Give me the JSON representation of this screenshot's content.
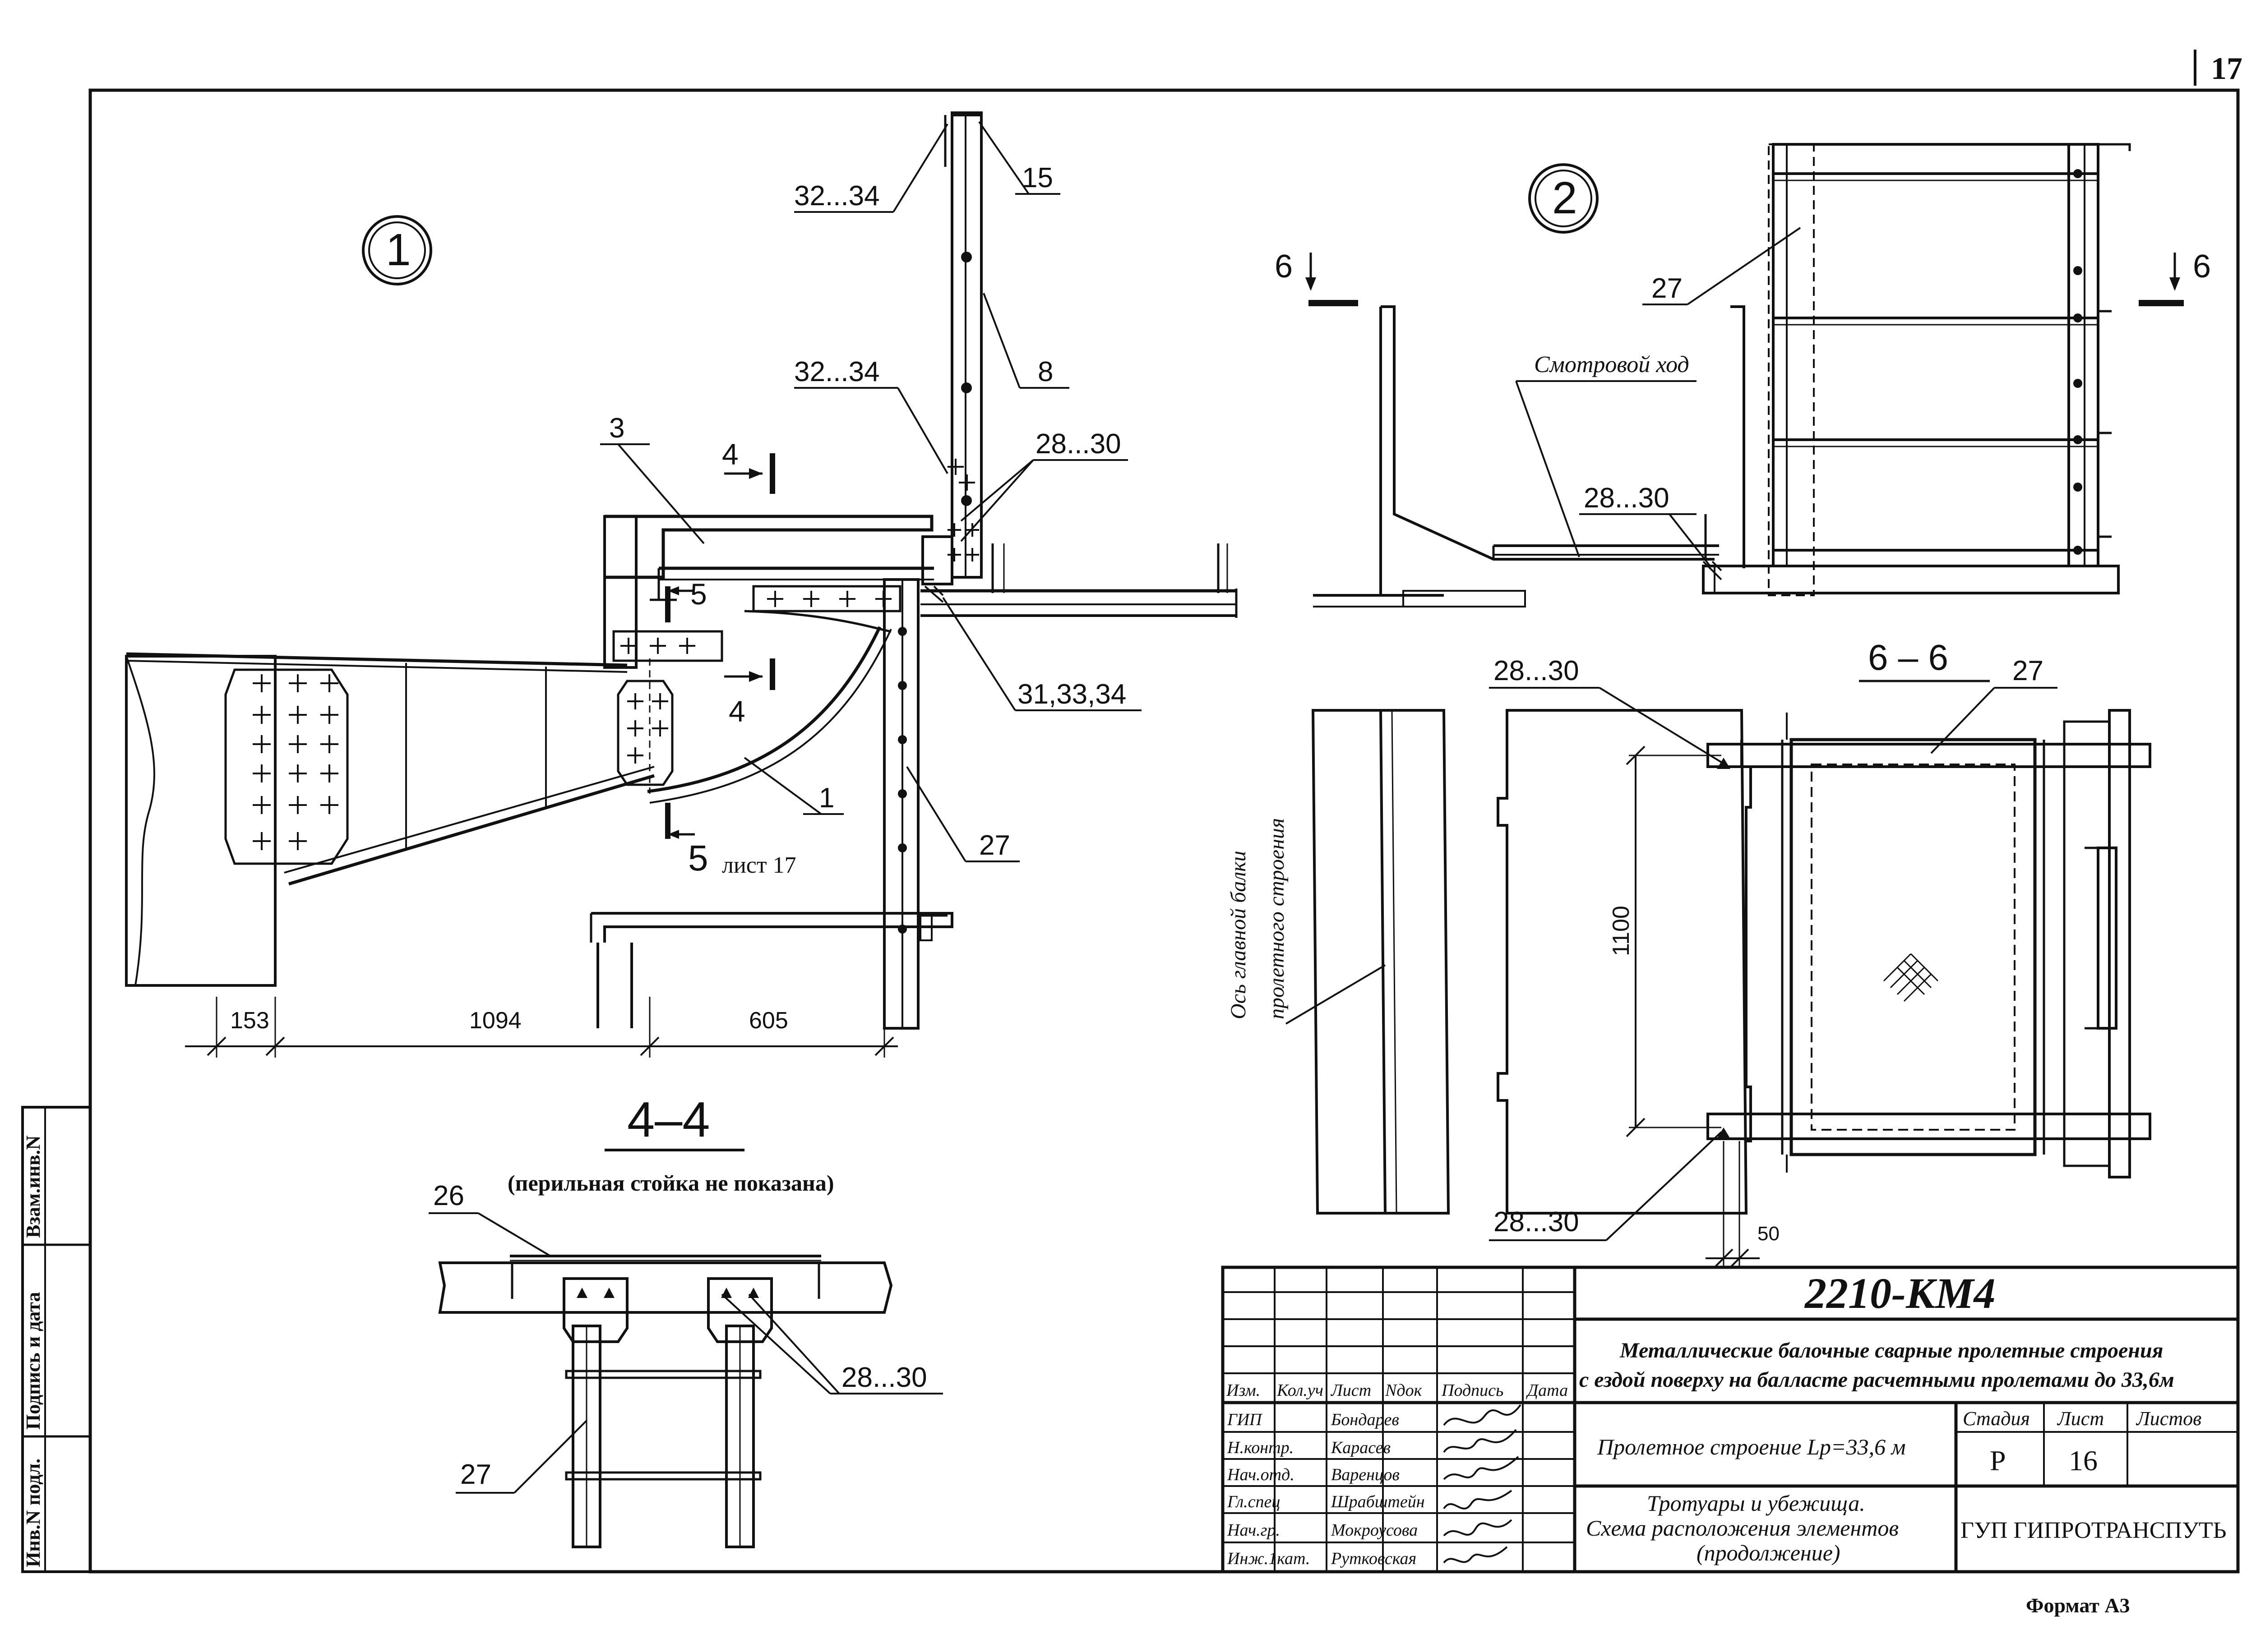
{
  "sheet_corner_number": "17",
  "views": {
    "view1_marker": "1",
    "view2_marker": "2",
    "section_4_title": "4–4",
    "section_4_note": "(перильная стойка не показана)",
    "section_6_title": "6 – 6",
    "sheet_ref": "лист 17",
    "viewing_path": "Смотровой ход",
    "axis_label_line1": "Ось главной балки",
    "axis_label_line2": "пролетного строения"
  },
  "callouts": {
    "c1": "1",
    "c3": "3",
    "c8": "8",
    "c15": "15",
    "c26": "26",
    "c27": "27",
    "c28_30": "28...30",
    "c31_33_34": "31,33,34",
    "c32_34": "32...34",
    "cut4": "4",
    "cut5": "5",
    "cut6": "6"
  },
  "dimensions": {
    "d153": "153",
    "d1094": "1094",
    "d605": "605",
    "d1100": "1100",
    "d50": "50"
  },
  "side_stamp": {
    "col1": "Инв.N подл.",
    "col2": "Подпись и дата",
    "col3": "Взам.инв.N"
  },
  "title_block": {
    "doc_code": "2210-КМ4",
    "project_title_line1": "Металлические балочные сварные пролетные строения",
    "project_title_line2": "с ездой поверху на балласте расчетными пролетами до 33,6м",
    "span_title": "Пролетное строение Lp=33,6 м",
    "sheet_title_line1": "Тротуары и убежища.",
    "sheet_title_line2": "Схема расположения элементов",
    "sheet_title_line3": "(продолжение)",
    "org": "ГУП ГИПРОТРАНСПУТЬ",
    "headers": {
      "izm": "Изм.",
      "kol": "Кол.уч",
      "list": "Лист",
      "ndok": "Nдок",
      "podpis": "Подпись",
      "data": "Дата",
      "stadiya": "Стадия",
      "list2": "Лист",
      "listov": "Листов"
    },
    "stage": "Р",
    "sheet_no": "16",
    "roles": [
      {
        "role": "ГИП",
        "name": "Бондарев"
      },
      {
        "role": "Н.контр.",
        "name": "Карасев"
      },
      {
        "role": "Нач.отд.",
        "name": "Варенцов"
      },
      {
        "role": "Гл.спец",
        "name": "Шрабштейн"
      },
      {
        "role": "Нач.гр.",
        "name": "Мокроусова"
      },
      {
        "role": "Инж.1кат.",
        "name": "Рутковская"
      }
    ]
  },
  "format": "Формат А3"
}
